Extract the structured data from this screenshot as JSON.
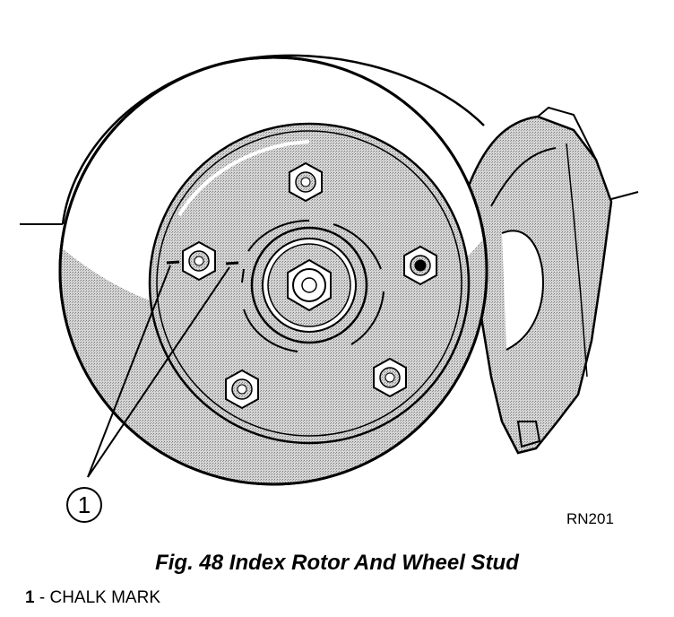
{
  "figure": {
    "callout_number": "1",
    "figure_id": "RN201"
  },
  "caption": "Fig. 48 Index Rotor And Wheel Stud",
  "legend": [
    {
      "number": "1",
      "separator": " - ",
      "label": "CHALK MARK"
    }
  ],
  "colors": {
    "line": "#000000",
    "shading": "#c4c4c4",
    "background": "#ffffff"
  }
}
